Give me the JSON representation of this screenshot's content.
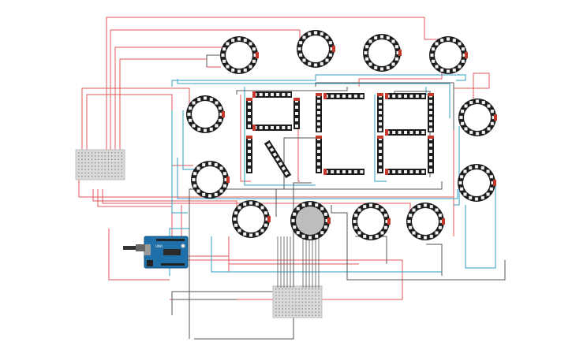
{
  "canvas": {
    "background": "#ffffff",
    "wire_colors": {
      "power": "#e05a5a",
      "data": "#2f9fc6",
      "ground": "#555555"
    }
  },
  "components": {
    "rings": [
      {
        "id": "ring-1",
        "type": "neopixel-ring"
      },
      {
        "id": "ring-2",
        "type": "neopixel-ring"
      },
      {
        "id": "ring-3",
        "type": "neopixel-ring"
      },
      {
        "id": "ring-4",
        "type": "neopixel-ring"
      },
      {
        "id": "ring-5",
        "type": "neopixel-ring"
      },
      {
        "id": "ring-6",
        "type": "neopixel-ring"
      },
      {
        "id": "ring-7",
        "type": "neopixel-ring"
      },
      {
        "id": "ring-8",
        "type": "neopixel-ring"
      },
      {
        "id": "ring-9",
        "type": "neopixel-ring"
      },
      {
        "id": "ring-10",
        "type": "neopixel-ring"
      },
      {
        "id": "ring-11",
        "type": "neopixel-ring"
      },
      {
        "id": "ring-12",
        "type": "neopixel-ring"
      },
      {
        "id": "ring-13",
        "type": "neopixel-ring"
      }
    ],
    "strips": [
      {
        "id": "strip-top-left",
        "type": "neopixel-strip"
      },
      {
        "id": "strip-top-right",
        "type": "neopixel-strip"
      }
    ],
    "arduino": {
      "label": "UNO",
      "brand_color": "#1f6fa8"
    },
    "breadboards": [
      {
        "id": "breadboard-left",
        "type": "mini-breadboard"
      },
      {
        "id": "breadboard-bottom",
        "type": "mini-breadboard"
      }
    ]
  }
}
